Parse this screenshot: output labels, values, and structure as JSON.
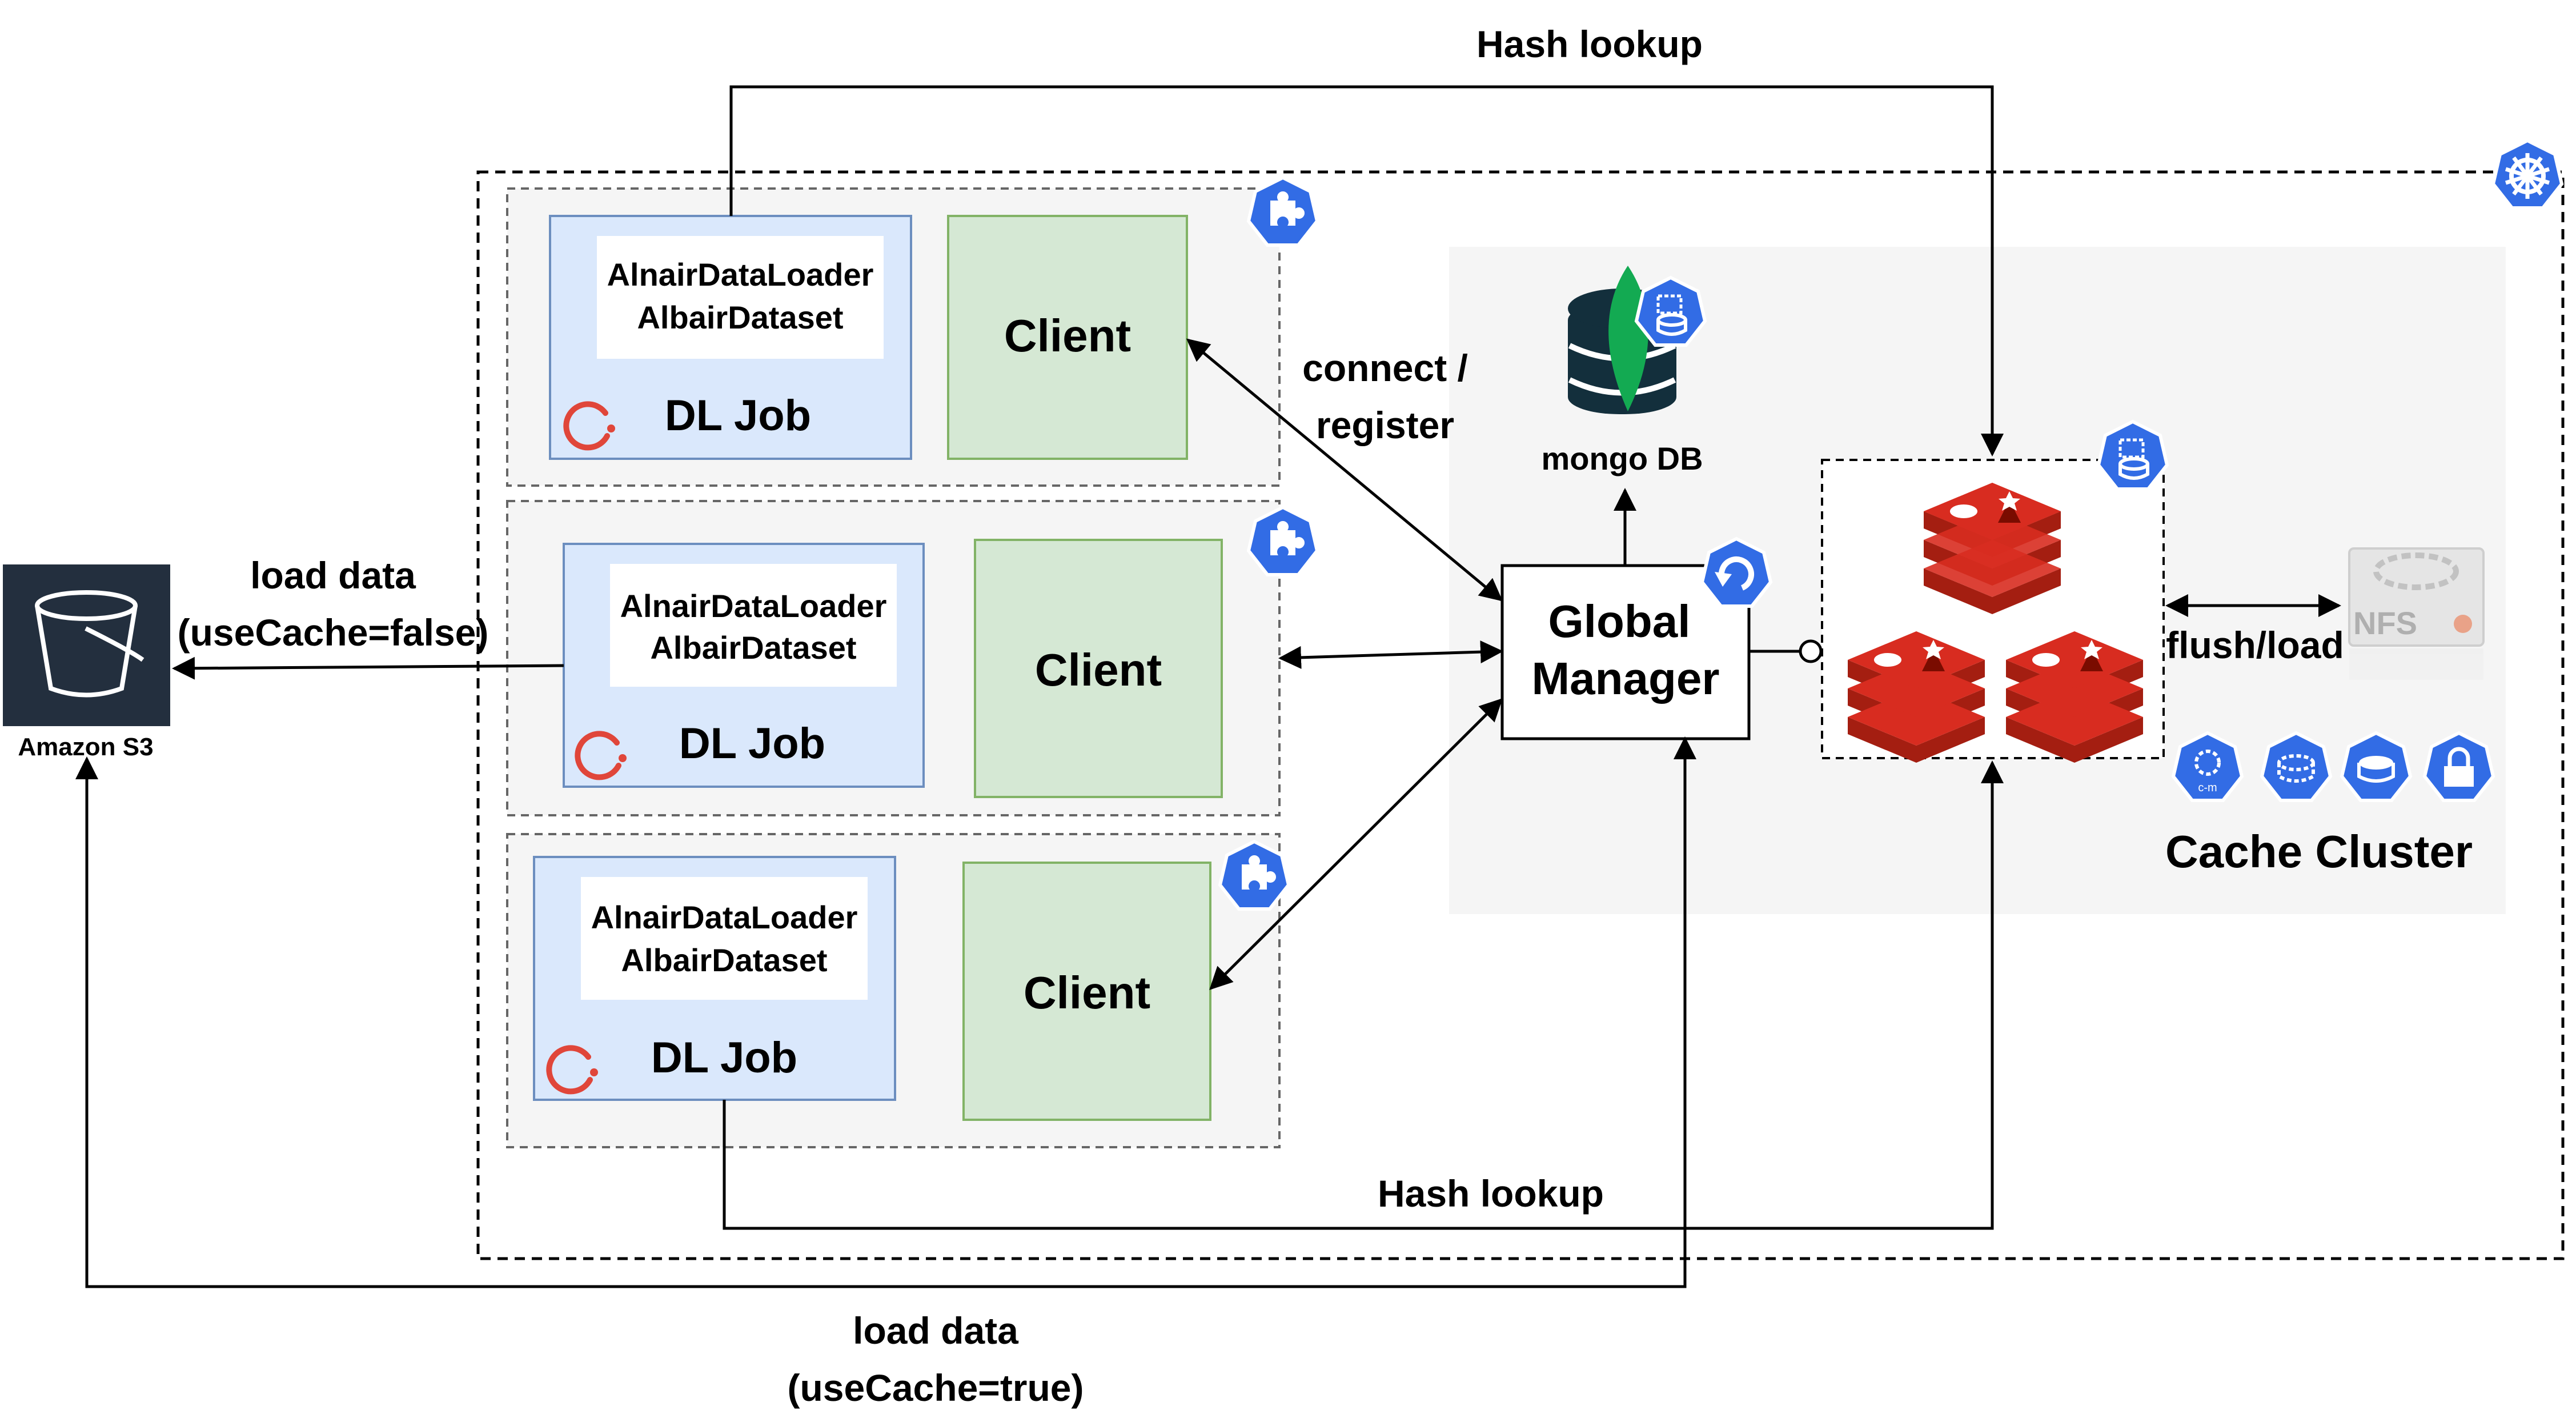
{
  "labels": {
    "hash_lookup_top": "Hash lookup",
    "hash_lookup_bottom": "Hash lookup",
    "connect_line1": "connect /",
    "connect_line2": "register",
    "load_false_line1": "load data",
    "load_false_line2": "(useCache=false)",
    "load_true_line1": "load data",
    "load_true_line2": "(useCache=true)",
    "flush_load": "flush/load",
    "cache_cluster": "Cache Cluster",
    "amazon_s3": "Amazon S3",
    "mongodb": "mongo DB",
    "nfs": "NFS"
  },
  "global_manager": {
    "line1": "Global",
    "line2": "Manager"
  },
  "jobs": [
    {
      "loader": "AlnairDataLoader",
      "dataset": "AlbairDataset",
      "job": "DL Job",
      "client": "Client"
    },
    {
      "loader": "AlnairDataLoader",
      "dataset": "AlbairDataset",
      "job": "DL Job",
      "client": "Client"
    },
    {
      "loader": "AlnairDataLoader",
      "dataset": "AlbairDataset",
      "job": "DL Job",
      "client": "Client"
    }
  ],
  "colors": {
    "job_box_fill": "#dae8fc",
    "job_box_stroke": "#6c8ebf",
    "client_fill": "#d5e8d4",
    "client_stroke": "#82b366",
    "k8s_blue": "#326ce5",
    "redis_red": "#d82c20",
    "aws_dark": "#232f3e",
    "mongo_green": "#13aa52",
    "panel_gray": "#f5f5f5"
  },
  "icons": {
    "k8s": "kubernetes-helm-icon",
    "puzzle": "puzzle-plugin-icon",
    "redis": "redis-stack-icon",
    "s3": "s3-bucket-icon",
    "mongo": "mongodb-leaf-icon",
    "nfs": "nfs-server-icon",
    "pv": "persistent-volume-icon",
    "cm": "configmap-icon",
    "vol": "volume-icon",
    "secret": "secret-icon",
    "pod_ring": "pod-ring-icon",
    "rotate": "controller-rotate-icon"
  }
}
